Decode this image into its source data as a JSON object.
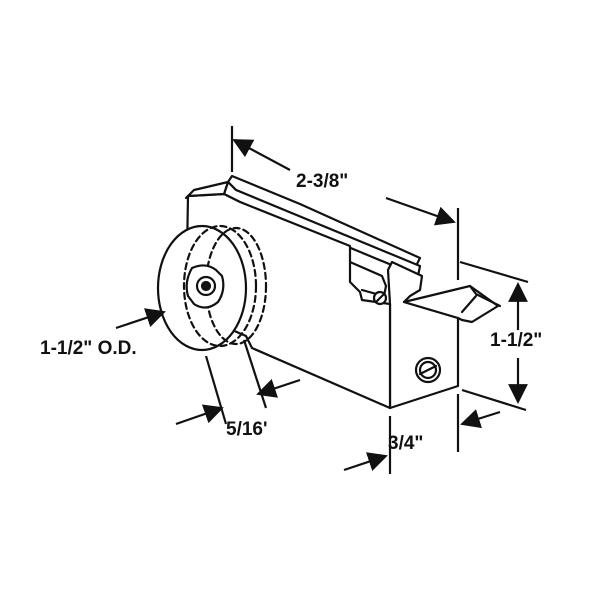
{
  "diagram": {
    "dimensions": {
      "length": "2-3/8\"",
      "height": "1-1/2\"",
      "wheel_diameter": "1-1/2\" O.D.",
      "wheel_width": "5/16'",
      "body_width": "3/4\""
    },
    "colors": {
      "line": "#111111",
      "background": "#ffffff"
    },
    "icons": [
      "roller-wheel-icon",
      "screw-icon",
      "rivet-icon"
    ]
  }
}
